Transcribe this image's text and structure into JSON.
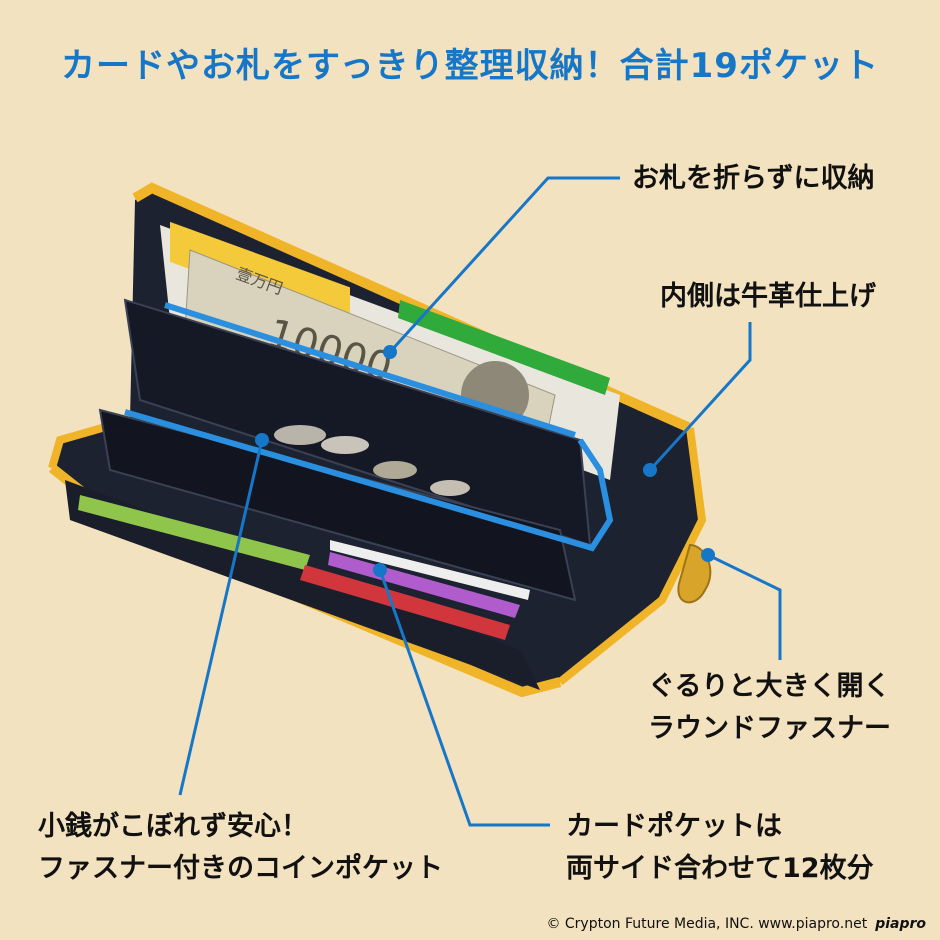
{
  "headline": "カードやお札をすっきり整理収納！合計19ポケット",
  "callouts": {
    "bills": "お札を折らずに収納",
    "leather": "内側は牛革仕上げ",
    "zipper_line1": "ぐるりと大きく開く",
    "zipper_line2": "ラウンドファスナー",
    "coin_line1": "小銭がこぼれず安心！",
    "coin_line2": "ファスナー付きのコインポケット",
    "cards_line1": "カードポケットは",
    "cards_line2": "両サイド合わせて12枚分"
  },
  "banknote": {
    "amount": "10000",
    "label": "壹万円"
  },
  "credit": {
    "text": "© Crypton Future Media, INC. www.piapro.net",
    "logo": "piapro"
  },
  "colors": {
    "background": "#f3e2bf",
    "accent_blue": "#1677c8",
    "wallet_body": "#1d2230",
    "zipper_yellow": "#f0b429",
    "inner_zipper_blue": "#2b8fe0"
  }
}
